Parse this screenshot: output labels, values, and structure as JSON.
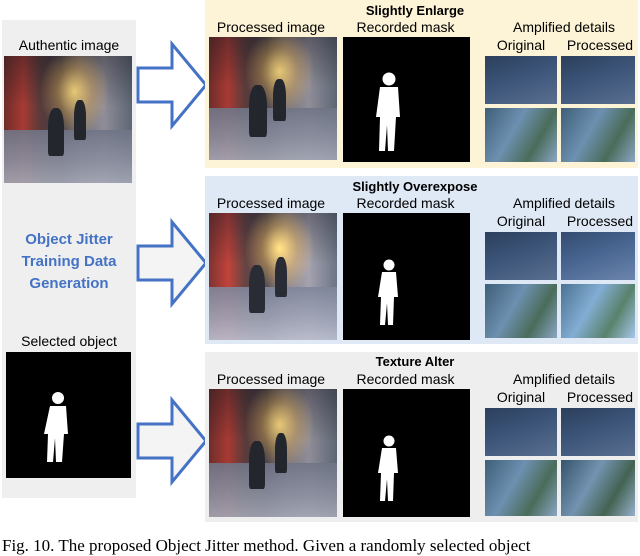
{
  "left": {
    "authentic_label": "Authentic image",
    "title_lines": [
      "Object Jitter",
      "Training Data",
      "Generation"
    ],
    "selected_label": "Selected object"
  },
  "panels": [
    {
      "title": "Slightly Enlarge",
      "processed": "Processed image",
      "mask": "Recorded mask",
      "amplified": "Amplified details",
      "original": "Original",
      "processed_small": "Processed"
    },
    {
      "title": "Slightly Overexpose",
      "processed": "Processed image",
      "mask": "Recorded mask",
      "amplified": "Amplified details",
      "original": "Original",
      "processed_small": "Processed"
    },
    {
      "title": "Texture Alter",
      "processed": "Processed image",
      "mask": "Recorded mask",
      "amplified": "Amplified details",
      "original": "Original",
      "processed_small": "Processed"
    }
  ],
  "caption": "Fig. 10. The proposed Object Jitter method. Given a randomly selected object",
  "colors": {
    "left_bg": "#efefef",
    "panel1_bg": "#fdf3d6",
    "panel2_bg": "#dfe9f5",
    "panel3_bg": "#eeeeee",
    "accent_blue": "#4472c4"
  }
}
